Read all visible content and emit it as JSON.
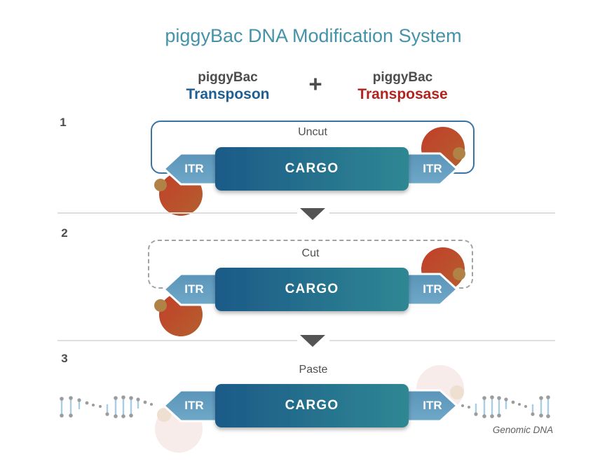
{
  "title": "piggyBac DNA Modification System",
  "header": {
    "component_top": "piggyBac",
    "component_name": "Transposon",
    "plus": "+",
    "enzyme_top": "piggyBac",
    "enzyme_name": "Transposase"
  },
  "steps": [
    {
      "number": "1",
      "state": "Uncut",
      "itr_left": "ITR",
      "cargo": "CARGO",
      "itr_right": "ITR"
    },
    {
      "number": "2",
      "state": "Cut",
      "itr_left": "ITR",
      "cargo": "CARGO",
      "itr_right": "ITR"
    },
    {
      "number": "3",
      "state": "Paste",
      "itr_left": "ITR",
      "cargo": "CARGO",
      "itr_right": "ITR"
    }
  ],
  "genomic_dna_label": "Genomic DNA",
  "colors": {
    "title": "#4493A8",
    "label_gray": "#4D4D4D",
    "transposon_blue": "#1E5E93",
    "transposase_red": "#B1241F",
    "state_gray": "#4F4F4F",
    "box_solid": "#3B74A3",
    "box_dashed": "#A2A2A2",
    "divider": "#DFDFDF",
    "arrow": "#545454",
    "cargo_a": "#1C5A88",
    "cargo_b": "#2F8793",
    "itr_a": "#5A94B8",
    "itr_b": "#6FA8C8",
    "blob_a": "#C23E29",
    "blob_b": "#B4602F",
    "knob": "#B08245",
    "ghost": "#F8ECEA",
    "ghost_knob": "#EFDFD0",
    "dna_line": "#A9CEE4",
    "dna_dot": "#9C9C9C",
    "genomic_text": "#5F5F5F",
    "white_text": "#FFFFFF"
  }
}
